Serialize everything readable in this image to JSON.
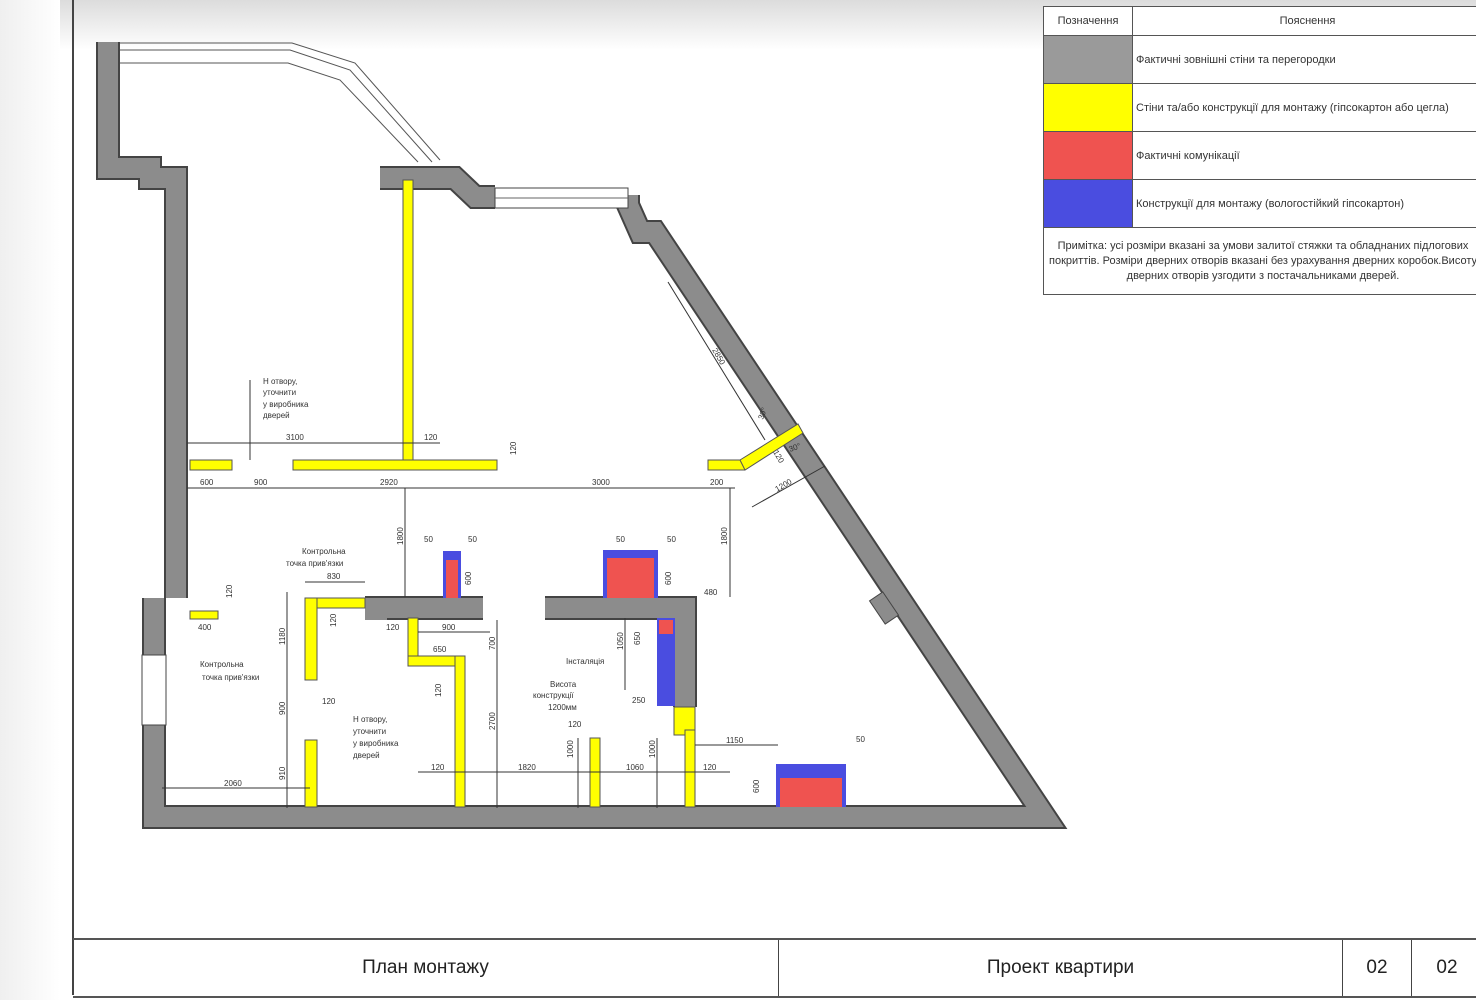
{
  "legend": {
    "header_symbol": "Позначення",
    "header_desc": "Пояснення",
    "rows": [
      {
        "color": "#9a9a9a",
        "text": "Фактичні зовнішні стіни та перегородки"
      },
      {
        "color": "#ffff00",
        "text": "Стіни та/або конструкції для монтажу (гіпсокартон або цегла)"
      },
      {
        "color": "#ef5350",
        "text": "Фактичні комунікації"
      },
      {
        "color": "#4a4de0",
        "text": "Конструкції для монтажу (вологостійкий гіпсокартон)"
      }
    ],
    "note": "Примітка: усі розміри вказані за умови залитої стяжки та обладнаних підлогових покриттів. Розміри дверних отворів вказані без урахування дверних коробок.Висоту дверних отворів узгодити з постачальниками дверей."
  },
  "colors": {
    "wall": "#8c8c8c",
    "mount": "#ffff00",
    "comm": "#ef5350",
    "moisture": "#4a4de0"
  },
  "dims": [
    "3100",
    "120",
    "120",
    "600",
    "900",
    "2920",
    "3000",
    "200",
    "2850",
    "30°",
    "30°",
    "120",
    "1200",
    "1800",
    "1800",
    "50",
    "50",
    "600",
    "50",
    "50",
    "600",
    "480",
    "830",
    "120",
    "400",
    "120",
    "120",
    "900",
    "650",
    "120",
    "1180",
    "900",
    "120",
    "910",
    "2060",
    "120",
    "1820",
    "1060",
    "120",
    "700",
    "2700",
    "1050",
    "650",
    "250",
    "120",
    "1000",
    "1000",
    "1150",
    "50",
    "600"
  ],
  "annotations": {
    "door_note_1": [
      "Н отвору,",
      "уточнити",
      "у виробника",
      "дверей"
    ],
    "control_point_1": [
      "Контрольна",
      "точка прив'язки"
    ],
    "control_point_2": [
      "Контрольна",
      "точка прив'язки"
    ],
    "door_note_2": [
      "Н отвору,",
      "уточнити",
      "у виробника",
      "дверей"
    ],
    "installation": "Інсталяція",
    "height_note": [
      "Висота",
      "конструкції",
      "1200мм"
    ]
  },
  "title_block": {
    "sheet_name": "План монтажу",
    "project": "Проект квартири",
    "sheet": "02",
    "total": "02"
  }
}
